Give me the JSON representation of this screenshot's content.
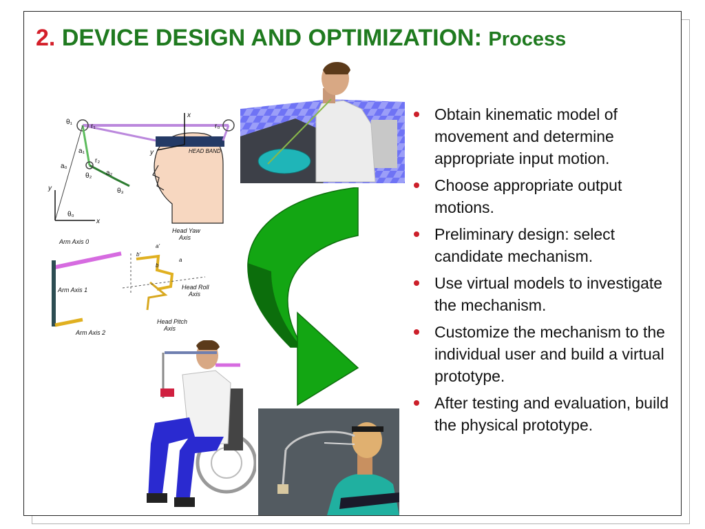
{
  "slide": {
    "title_number": "2.",
    "title_main": "DEVICE DESIGN AND OPTIMIZATION:",
    "title_sub": "Process"
  },
  "bullets": [
    "Obtain kinematic model of movement and determine appropriate input motion.",
    "Choose appropriate output motions.",
    "Preliminary design: select candidate mechanism.",
    "Use virtual models to investigate the mechanism.",
    "Customize the mechanism to the individual user and build a virtual prototype.",
    "After testing and evaluation, build the physical prototype."
  ],
  "kinematic_diagram": {
    "theta1": "θ₁",
    "r1": "r₁",
    "r0": "r₀",
    "a1": "a₁",
    "a0": "a₀",
    "r2": "r₂",
    "theta2": "θ₂",
    "a2": "a₂",
    "theta3": "θ₃",
    "theta0": "θ₀",
    "axis_x": "x",
    "axis_y": "y",
    "head_band": "HEAD BAND"
  },
  "mechanism_diagram": {
    "arm_axis_0": "Arm Axis 0",
    "head_yaw_axis_1": "Head Yaw",
    "head_yaw_axis_2": "Axis",
    "arm_axis_1": "Arm Axis 1",
    "head_roll_axis_1": "Head Roll",
    "head_roll_axis_2": "Axis",
    "head_pitch_axis_1": "Head Pitch",
    "head_pitch_axis_2": "Axis",
    "arm_axis_2": "Arm Axis 2",
    "label_a_prime": "a'",
    "label_b_prime": "b'",
    "label_b": "b",
    "label_a": "a"
  },
  "colors": {
    "title_number": "#d41f2a",
    "title_text": "#1f7a1f",
    "bullet": "#cc1f2a",
    "arrow_fill": "#13a613",
    "arrow_dark": "#0c6e0c",
    "floor_blue": "#6f73f5"
  }
}
